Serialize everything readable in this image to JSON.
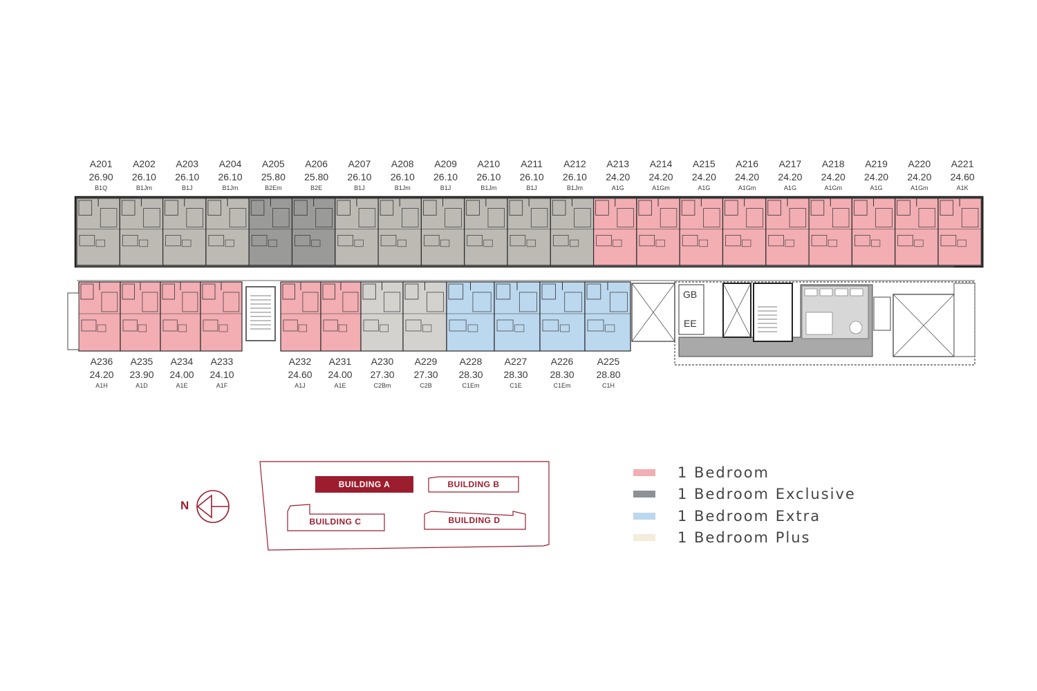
{
  "colors": {
    "one_bedroom": "#f2aeb3",
    "one_bedroom_exclusive": "#8e9196",
    "one_bedroom_extra": "#bcd8ee",
    "one_bedroom_plus": "#f3ecdc",
    "accent": "#9b1d2e",
    "grey_unit": "#bdbab4",
    "grey_core": "#9a9a98"
  },
  "top_units": [
    {
      "id": "A201",
      "area": "26.90",
      "type": "B1Q"
    },
    {
      "id": "A202",
      "area": "26.10",
      "type": "B1Jm"
    },
    {
      "id": "A203",
      "area": "26.10",
      "type": "B1J"
    },
    {
      "id": "A204",
      "area": "26.10",
      "type": "B1Jm"
    },
    {
      "id": "A205",
      "area": "25.80",
      "type": "B2Em"
    },
    {
      "id": "A206",
      "area": "25.80",
      "type": "B2E"
    },
    {
      "id": "A207",
      "area": "26.10",
      "type": "B1J"
    },
    {
      "id": "A208",
      "area": "26.10",
      "type": "B1Jm"
    },
    {
      "id": "A209",
      "area": "26.10",
      "type": "B1J"
    },
    {
      "id": "A210",
      "area": "26.10",
      "type": "B1Jm"
    },
    {
      "id": "A211",
      "area": "26.10",
      "type": "B1J"
    },
    {
      "id": "A212",
      "area": "26.10",
      "type": "B1Jm"
    },
    {
      "id": "A213",
      "area": "24.20",
      "type": "A1G"
    },
    {
      "id": "A214",
      "area": "24.20",
      "type": "A1Gm"
    },
    {
      "id": "A215",
      "area": "24.20",
      "type": "A1G"
    },
    {
      "id": "A216",
      "area": "24.20",
      "type": "A1Gm"
    },
    {
      "id": "A217",
      "area": "24.20",
      "type": "A1G"
    },
    {
      "id": "A218",
      "area": "24.20",
      "type": "A1Gm"
    },
    {
      "id": "A219",
      "area": "24.20",
      "type": "A1G"
    },
    {
      "id": "A220",
      "area": "24.20",
      "type": "A1Gm"
    },
    {
      "id": "A221",
      "area": "24.60",
      "type": "A1K"
    }
  ],
  "bottom_units": [
    {
      "id": "A236",
      "area": "24.20",
      "type": "A1H"
    },
    {
      "id": "A235",
      "area": "23.90",
      "type": "A1D"
    },
    {
      "id": "A234",
      "area": "24.00",
      "type": "A1E"
    },
    {
      "id": "A233",
      "area": "24.10",
      "type": "A1F"
    },
    {
      "id": "A232",
      "area": "24.60",
      "type": "A1J"
    },
    {
      "id": "A231",
      "area": "24.00",
      "type": "A1E"
    },
    {
      "id": "A230",
      "area": "27.30",
      "type": "C2Bm"
    },
    {
      "id": "A229",
      "area": "27.30",
      "type": "C2B"
    },
    {
      "id": "A228",
      "area": "28.30",
      "type": "C1Em"
    },
    {
      "id": "A227",
      "area": "28.30",
      "type": "C1E"
    },
    {
      "id": "A226",
      "area": "28.30",
      "type": "C1Em"
    },
    {
      "id": "A225",
      "area": "28.80",
      "type": "C1H"
    }
  ],
  "rooms": {
    "gb": "GB",
    "ee": "EE"
  },
  "compass": {
    "label": "N"
  },
  "key_plan": {
    "building_a": "BUILDING A",
    "building_b": "BUILDING B",
    "building_c": "BUILDING C",
    "building_d": "BUILDING D",
    "highlighted": "BUILDING A"
  },
  "legend": [
    {
      "label": "1 Bedroom",
      "color": "#f2aeb3"
    },
    {
      "label": "1 Bedroom Exclusive",
      "color": "#8e9196"
    },
    {
      "label": "1 Bedroom Extra",
      "color": "#bcd8ee"
    },
    {
      "label": "1 Bedroom Plus",
      "color": "#f3ecdc"
    }
  ]
}
